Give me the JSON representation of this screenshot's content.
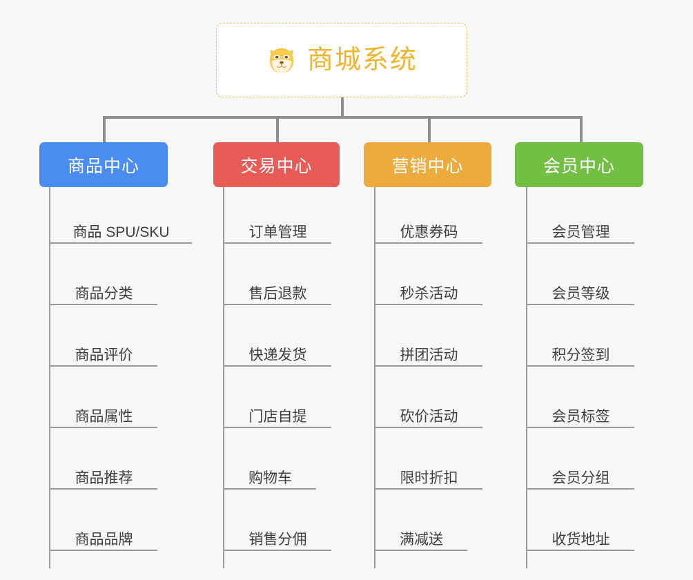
{
  "diagram": {
    "type": "mindmap-org-chart",
    "background_color": "#f7f7f7",
    "connector_color": "#8e8e8e",
    "root": {
      "title": "商城系统",
      "icon": "shiba-dog-face-icon",
      "text_color": "#f2b32e",
      "border_color": "#f0b64a",
      "background_color": "#ffffff"
    },
    "branches": [
      {
        "label": "商品中心",
        "color": "#4a8cf0",
        "items": [
          "商品 SPU/SKU",
          "商品分类",
          "商品评价",
          "商品属性",
          "商品推荐",
          "商品品牌"
        ]
      },
      {
        "label": "交易中心",
        "color": "#e95b57",
        "items": [
          "订单管理",
          "售后退款",
          "快递发货",
          "门店自提",
          "购物车",
          "销售分佣"
        ]
      },
      {
        "label": "营销中心",
        "color": "#eeab3d",
        "items": [
          "优惠券码",
          "秒杀活动",
          "拼团活动",
          "砍价活动",
          "限时折扣",
          "满减送"
        ]
      },
      {
        "label": "会员中心",
        "color": "#72bf44",
        "items": [
          "会员管理",
          "会员等级",
          "积分签到",
          "会员标签",
          "会员分组",
          "收货地址"
        ]
      }
    ]
  }
}
